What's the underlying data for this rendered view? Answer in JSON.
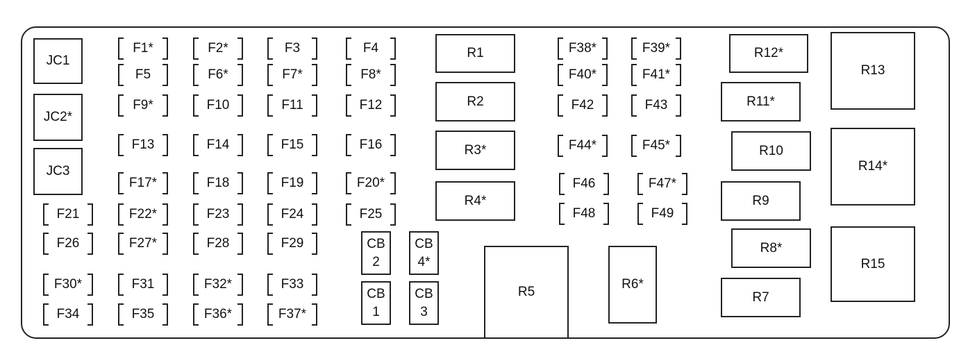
{
  "junction_blocks": {
    "JC1": "JC1",
    "JC2": "JC2*",
    "JC3": "JC3"
  },
  "fuses": {
    "F1": "F1*",
    "F2": "F2*",
    "F3": "F3",
    "F4": "F4",
    "F5": "F5",
    "F6": "F6*",
    "F7": "F7*",
    "F8": "F8*",
    "F9": "F9*",
    "F10": "F10",
    "F11": "F11",
    "F12": "F12",
    "F13": "F13",
    "F14": "F14",
    "F15": "F15",
    "F16": "F16",
    "F17": "F17*",
    "F18": "F18",
    "F19": "F19",
    "F20": "F20*",
    "F21": "F21",
    "F22": "F22*",
    "F23": "F23",
    "F24": "F24",
    "F25": "F25",
    "F26": "F26",
    "F27": "F27*",
    "F28": "F28",
    "F29": "F29",
    "F30": "F30*",
    "F31": "F31",
    "F32": "F32*",
    "F33": "F33",
    "F34": "F34",
    "F35": "F35",
    "F36": "F36*",
    "F37": "F37*",
    "F38": "F38*",
    "F39": "F39*",
    "F40": "F40*",
    "F41": "F41*",
    "F42": "F42",
    "F43": "F43",
    "F44": "F44*",
    "F45": "F45*",
    "F46": "F46",
    "F47": "F47*",
    "F48": "F48",
    "F49": "F49"
  },
  "circuit_breakers": {
    "CB1": "CB\n1",
    "CB2": "CB\n2",
    "CB3": "CB\n3",
    "CB4": "CB\n4*"
  },
  "relays": {
    "R1": "R1",
    "R2": "R2",
    "R3": "R3*",
    "R4": "R4*",
    "R5": "R5",
    "R6": "R6*",
    "R7": "R7",
    "R8": "R8*",
    "R9": "R9",
    "R10": "R10",
    "R11": "R11*",
    "R12": "R12*",
    "R13": "R13",
    "R14": "R14*",
    "R15": "R15"
  }
}
